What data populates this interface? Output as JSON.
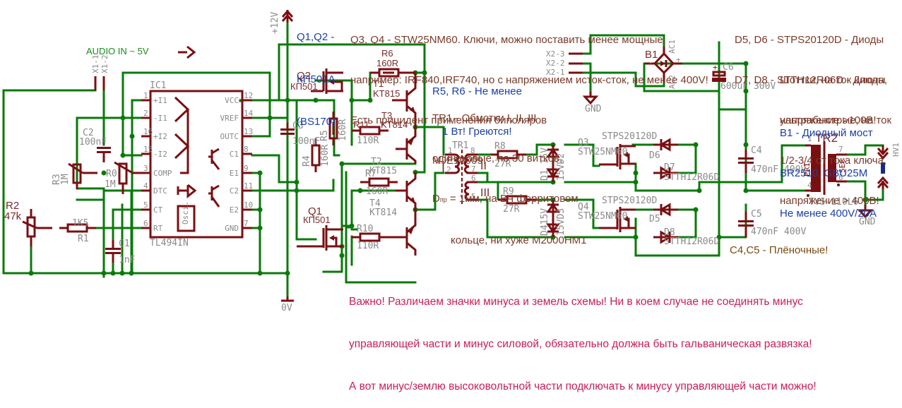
{
  "colors": {
    "wire": "#0a7a0a",
    "part": "#7a0f12",
    "label": "#8a8a8a",
    "note_brown": "#7a3a2a",
    "note_blue": "#1a3fa8",
    "note_pink": "#c81e5a",
    "audio_green": "#1a8a1a"
  },
  "power": {
    "vcc_label": "+12V",
    "gnd_label": "0V",
    "gnd_symbol": "GND"
  },
  "audio_in": {
    "label": "AUDIO IN ~ 5V",
    "pins": [
      "X1-1",
      "X1-2"
    ]
  },
  "mains_connector": {
    "pins": [
      "X2-3",
      "X2-2",
      "X2-1"
    ],
    "gnd": "GND"
  },
  "ic1": {
    "ref": "IC1",
    "part": "TL494IN",
    "osc_label": "Osci.",
    "left_pins": [
      {
        "num": "1",
        "name": "+I1"
      },
      {
        "num": "2",
        "name": "-I1"
      },
      {
        "num": "16",
        "name": "+I2"
      },
      {
        "num": "15",
        "name": "-I2"
      },
      {
        "num": "3",
        "name": "COMP"
      },
      {
        "num": "4",
        "name": "DTC"
      },
      {
        "num": "5",
        "name": "CT"
      },
      {
        "num": "6",
        "name": "RT"
      }
    ],
    "right_pins": [
      {
        "num": "12",
        "name": "VCC"
      },
      {
        "num": "14",
        "name": "VREF"
      },
      {
        "num": "13",
        "name": "OUTC"
      },
      {
        "num": "8",
        "name": "C1"
      },
      {
        "num": "9",
        "name": "E1"
      },
      {
        "num": "11",
        "name": "C2"
      },
      {
        "num": "10",
        "name": "E2"
      },
      {
        "num": "7",
        "name": "GND"
      }
    ]
  },
  "components": {
    "R0": {
      "ref": "R0",
      "value": "1M"
    },
    "R1": {
      "ref": "R1",
      "value": "1K5"
    },
    "R2": {
      "ref": "R2",
      "value": "47k"
    },
    "R3": {
      "ref": "R3",
      "value": "1M"
    },
    "R4": {
      "ref": "R4",
      "value": "160R"
    },
    "R5": {
      "ref": "R5",
      "value": "160R"
    },
    "R6": {
      "ref": "R6",
      "value": "160R"
    },
    "R7": {
      "ref": "R7",
      "value": "160R"
    },
    "R8": {
      "ref": "R8",
      "value": "27R"
    },
    "R9": {
      "ref": "R9",
      "value": "27R"
    },
    "R10": {
      "ref": "R10",
      "value": "110R"
    },
    "R11": {
      "ref": "R11",
      "value": "110R"
    },
    "C1": {
      "ref": "C1",
      "value": "1nF"
    },
    "C2": {
      "ref": "C2",
      "value": "100nF"
    },
    "C3": {
      "ref": "C3",
      "value": "100nF"
    },
    "C4": {
      "ref": "C4",
      "value": "470nF 400V"
    },
    "C5": {
      "ref": "C5",
      "value": "470nF 400V"
    },
    "C6": {
      "ref": "C6",
      "value": "600uF 300V"
    },
    "Q1": {
      "ref": "Q1",
      "value": "КП501"
    },
    "Q2": {
      "ref": "Q2",
      "value": "КП501"
    },
    "Q3": {
      "ref": "Q3",
      "value": "STW25NM60"
    },
    "Q4": {
      "ref": "Q4",
      "value": "STW25NM60"
    },
    "T1": {
      "ref": "T1",
      "value": "KT815"
    },
    "T2": {
      "ref": "T2",
      "value": "KT815"
    },
    "T3": {
      "ref": "T3",
      "value": "KT814"
    },
    "T4": {
      "ref": "T4",
      "value": "KT814"
    },
    "D1": {
      "ref": "D1",
      "value": "15V"
    },
    "D2": {
      "ref": "D2",
      "value": "15V"
    },
    "D3": {
      "ref": "D3",
      "value": "15V"
    },
    "D4": {
      "ref": "D4",
      "value": "15V"
    },
    "D5": {
      "ref": "D5",
      "value": "STPS20120D"
    },
    "D6": {
      "ref": "D6",
      "value": "STPS20120D"
    },
    "D7": {
      "ref": "D7",
      "value": "STTH12R06D"
    },
    "D8": {
      "ref": "D8",
      "value": "STTH12R06D"
    },
    "B1": {
      "ref": "B1",
      "ac1": "AC1",
      "ac2": "AC2",
      "plus": "+",
      "minus": "-"
    },
    "TR1": {
      "ref": "TR1",
      "windings": [
        "I",
        "II",
        "III"
      ],
      "pins": [
        "1",
        "2",
        "8",
        "7",
        "6",
        "5"
      ],
      "pin_sub": "2"
    },
    "TR2": {
      "ref": "TR2",
      "part": "TVS-110L6",
      "pri": "PRI",
      "sec": "SEC",
      "pins": [
        "1",
        "4",
        "7",
        "6"
      ]
    },
    "HV": {
      "ref": "HV1"
    }
  },
  "notes": {
    "q1q2": [
      "Q1,Q2 -",
      "КП501А",
      "(BS170)"
    ],
    "q3q4": [
      "Q3, Q4 - STW25NM60. Ключи, можно поставить менее мощные,",
      "например: IRF840,IRF740, но с напряжением исток-сток, не менее 400V!",
      "Есть прицидент применения биполяров",
      "MJE13009!"
    ],
    "r5r6": [
      "R5, R6 - Не менее",
      "1 Вт! Греются!"
    ],
    "tr1": [
      "TR1 - Обмотки I, II, III",
      "одинаковые, по 30 витков,",
      "= 1мм, на ВЧ ферритовом",
      "кольце, ни хуже М2000НМ1"
    ],
    "tr1_d": "D",
    "tr1_sub": "пр",
    "d5d6": [
      "D5, D6 - STPS20120D - Диоды",
      "Шоттки, на ток ключа,",
      "напряжение >100В!"
    ],
    "d7d8": [
      "D7, D8 - STTH12R06D - Диоды",
      "ультрабыстрые, на ток",
      "1/2-3/4 от тока ключа,",
      "напряжение > 400В!"
    ],
    "b1": [
      "B1 - Диодный мост",
      "BR2510, GBU25M",
      "Не менее 400V/20A"
    ],
    "c4c5": "C4,C5 - Плёночные!",
    "warning": [
      "Важно! Различаем значки минуса и земель схемы! Ни в коем случае не соединять минус",
      "управляющей части и минус силовой, обязательно должна быть гальваническая развязка!",
      "А вот минус/землю высоковольтной части подключать к минусу управляющей части можно!"
    ]
  }
}
